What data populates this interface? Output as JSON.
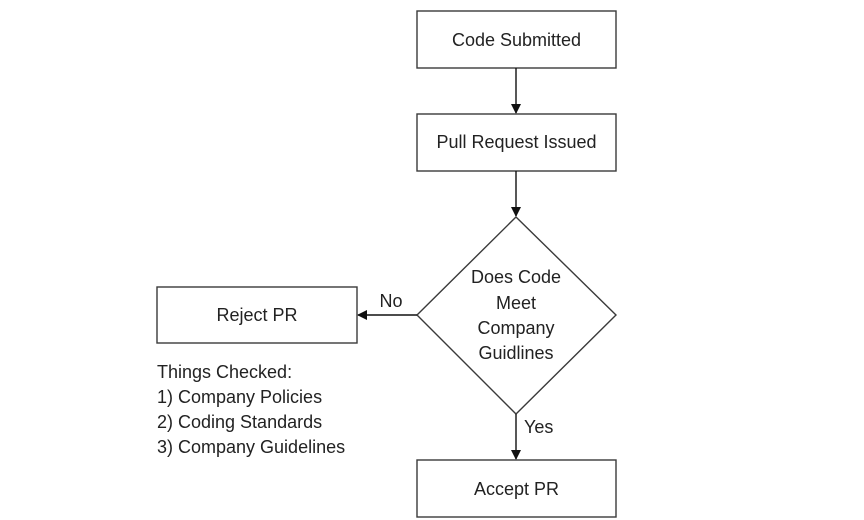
{
  "nodes": {
    "code_submitted": "Code Submitted",
    "pull_request_issued": "Pull Request Issued",
    "decision": [
      "Does Code",
      "Meet",
      "Company",
      "Guidlines"
    ],
    "reject_pr": "Reject PR",
    "accept_pr": "Accept PR"
  },
  "edges": {
    "no_label": "No",
    "yes_label": "Yes"
  },
  "notes": {
    "title": "Things Checked:",
    "items": [
      "1) Company Policies",
      "2) Coding Standards",
      "3) Company Guidelines"
    ]
  }
}
